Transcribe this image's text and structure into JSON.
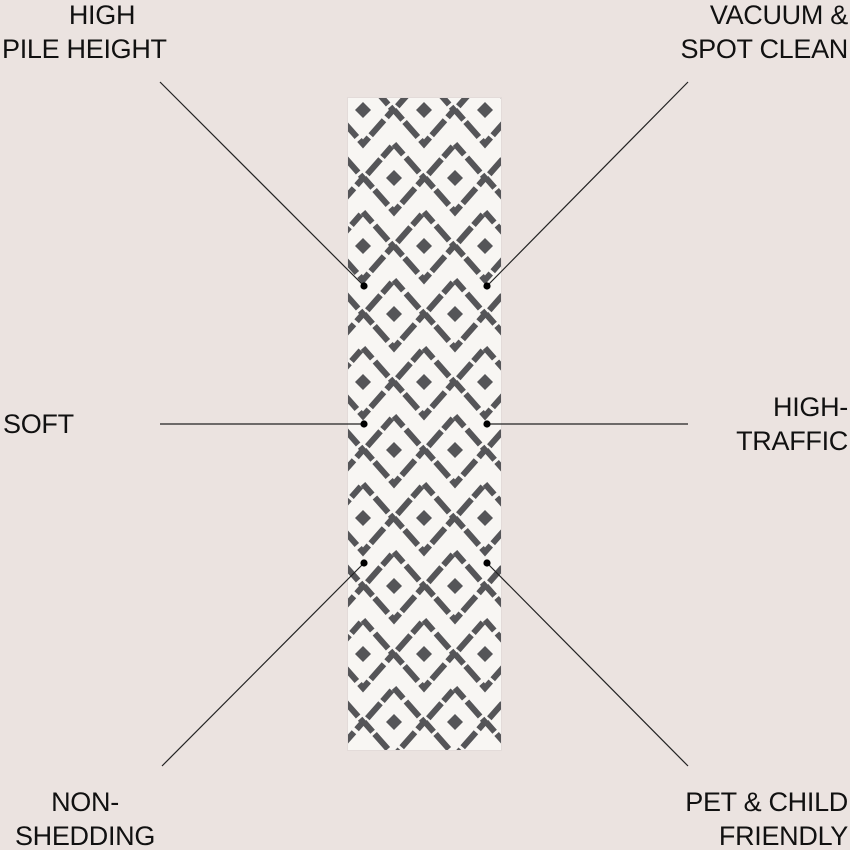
{
  "features": {
    "top_left": [
      "HIGH",
      "PILE HEIGHT"
    ],
    "top_right": [
      "VACUUM &",
      "SPOT CLEAN"
    ],
    "middle_left": [
      "SOFT"
    ],
    "middle_right": [
      "HIGH-",
      "TRAFFIC"
    ],
    "bottom_left": [
      "NON-",
      "SHEDDING"
    ],
    "bottom_right": [
      "PET & CHILD",
      "FRIENDLY"
    ]
  },
  "colors": {
    "background": "#ebe3e0",
    "rug_base": "#f8f6f3",
    "rug_pattern": "#555558",
    "text": "#111111",
    "leader_line": "#222222"
  }
}
